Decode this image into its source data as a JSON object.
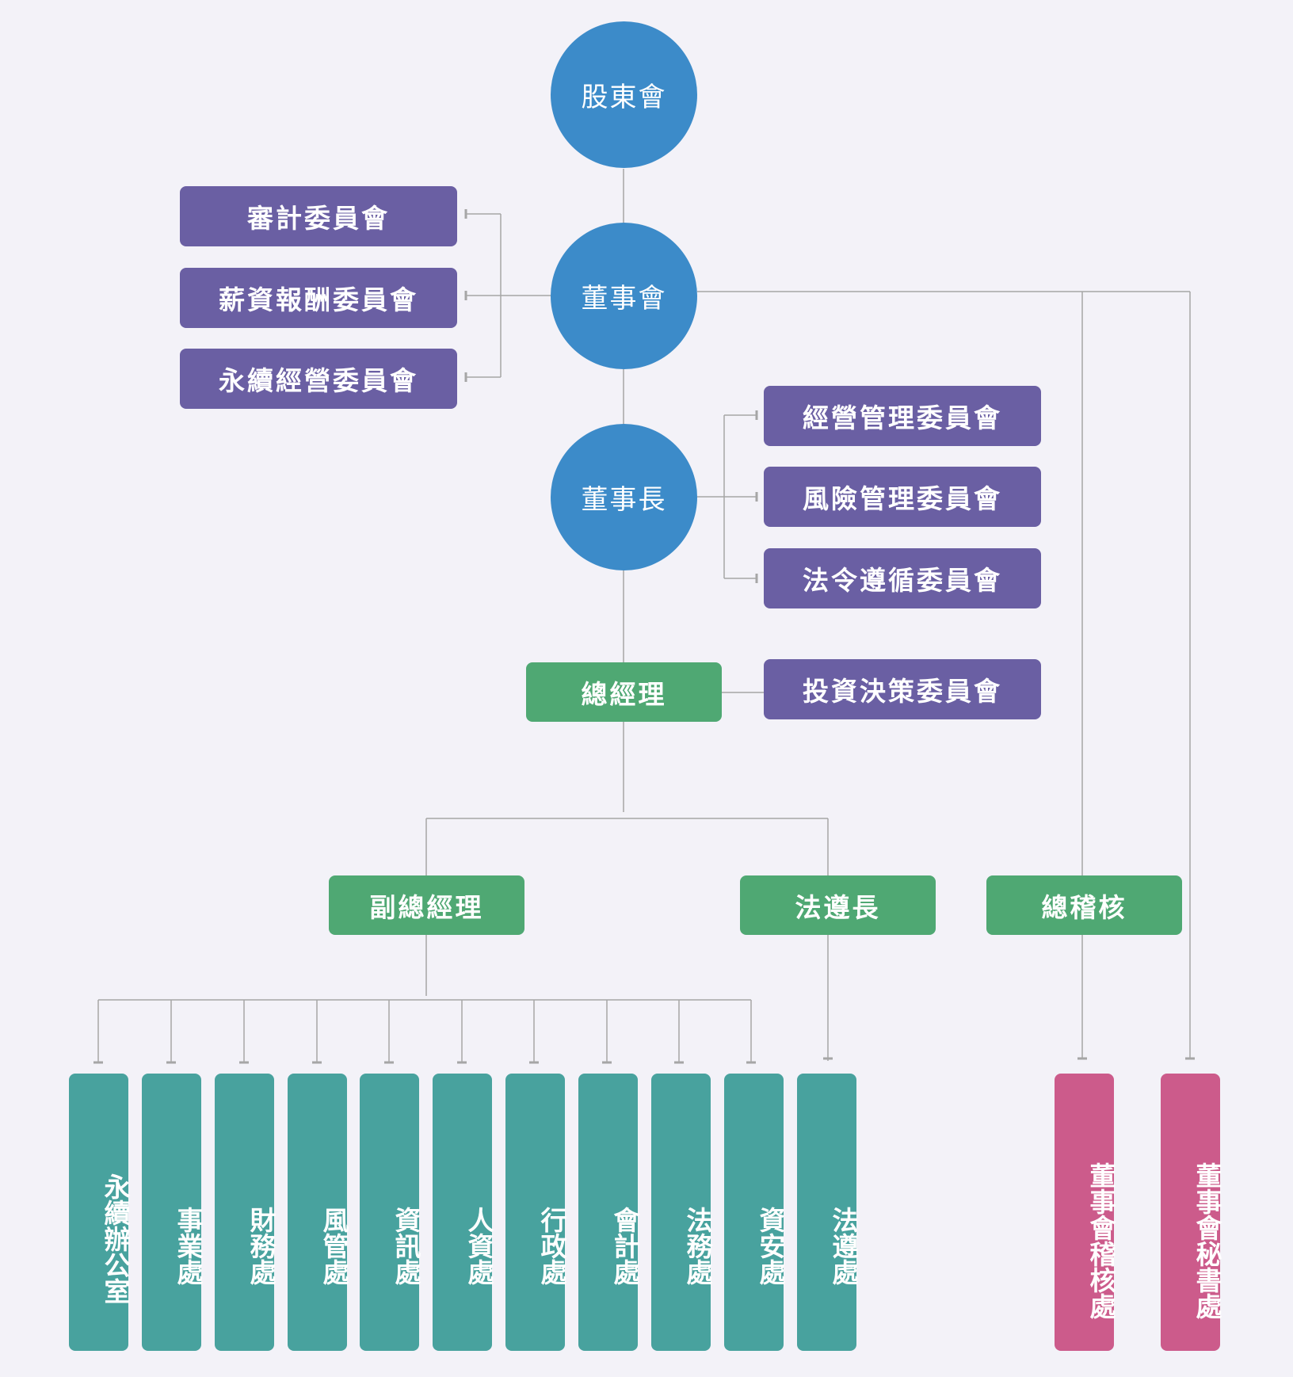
{
  "org_chart": {
    "governance": {
      "shareholders": "股東會",
      "board": "董事會",
      "chairman": "董事長"
    },
    "board_committees": [
      {
        "label": "審計委員會"
      },
      {
        "label": "薪資報酬委員會"
      },
      {
        "label": "永續經營委員會"
      }
    ],
    "chairman_committees": [
      {
        "label": "經營管理委員會"
      },
      {
        "label": "風險管理委員會"
      },
      {
        "label": "法令遵循委員會"
      }
    ],
    "president": "總經理",
    "president_committee": "投資決策委員會",
    "officers": {
      "vice_president": "副總經理",
      "chief_compliance": "法遵長",
      "chief_auditor": "總稽核"
    },
    "departments": [
      {
        "label": "永續辦公室"
      },
      {
        "label": "事業處"
      },
      {
        "label": "財務處"
      },
      {
        "label": "風管處"
      },
      {
        "label": "資訊處"
      },
      {
        "label": "人資處"
      },
      {
        "label": "行政處"
      },
      {
        "label": "會計處"
      },
      {
        "label": "法務處"
      },
      {
        "label": "資安處"
      },
      {
        "label": "法遵處"
      }
    ],
    "board_units": [
      {
        "label": "董事會稽核處"
      },
      {
        "label": "董事會秘書處"
      }
    ],
    "colors": {
      "background": "#f3f2f8",
      "governance_circle": "#3c8bc9",
      "committee": "#6a5fa3",
      "officer": "#4fa873",
      "department": "#48a29e",
      "board_unit": "#cc5b8b",
      "connector": "#a6a6a6"
    }
  }
}
